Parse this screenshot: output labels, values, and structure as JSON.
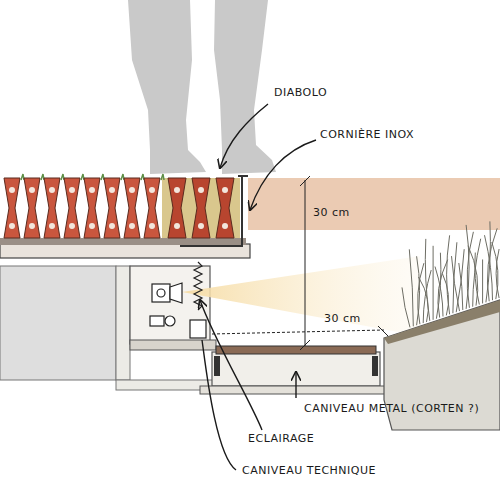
{
  "diagram": {
    "labels": [
      "DIABOLO",
      "CORNIÈRE INOX",
      "30 cm",
      "30 cm",
      "ECLAIRAGE",
      "CANIVEAU METAL (CORTEN ?)",
      "CANIVEAU TECHNIQUE"
    ]
  }
}
